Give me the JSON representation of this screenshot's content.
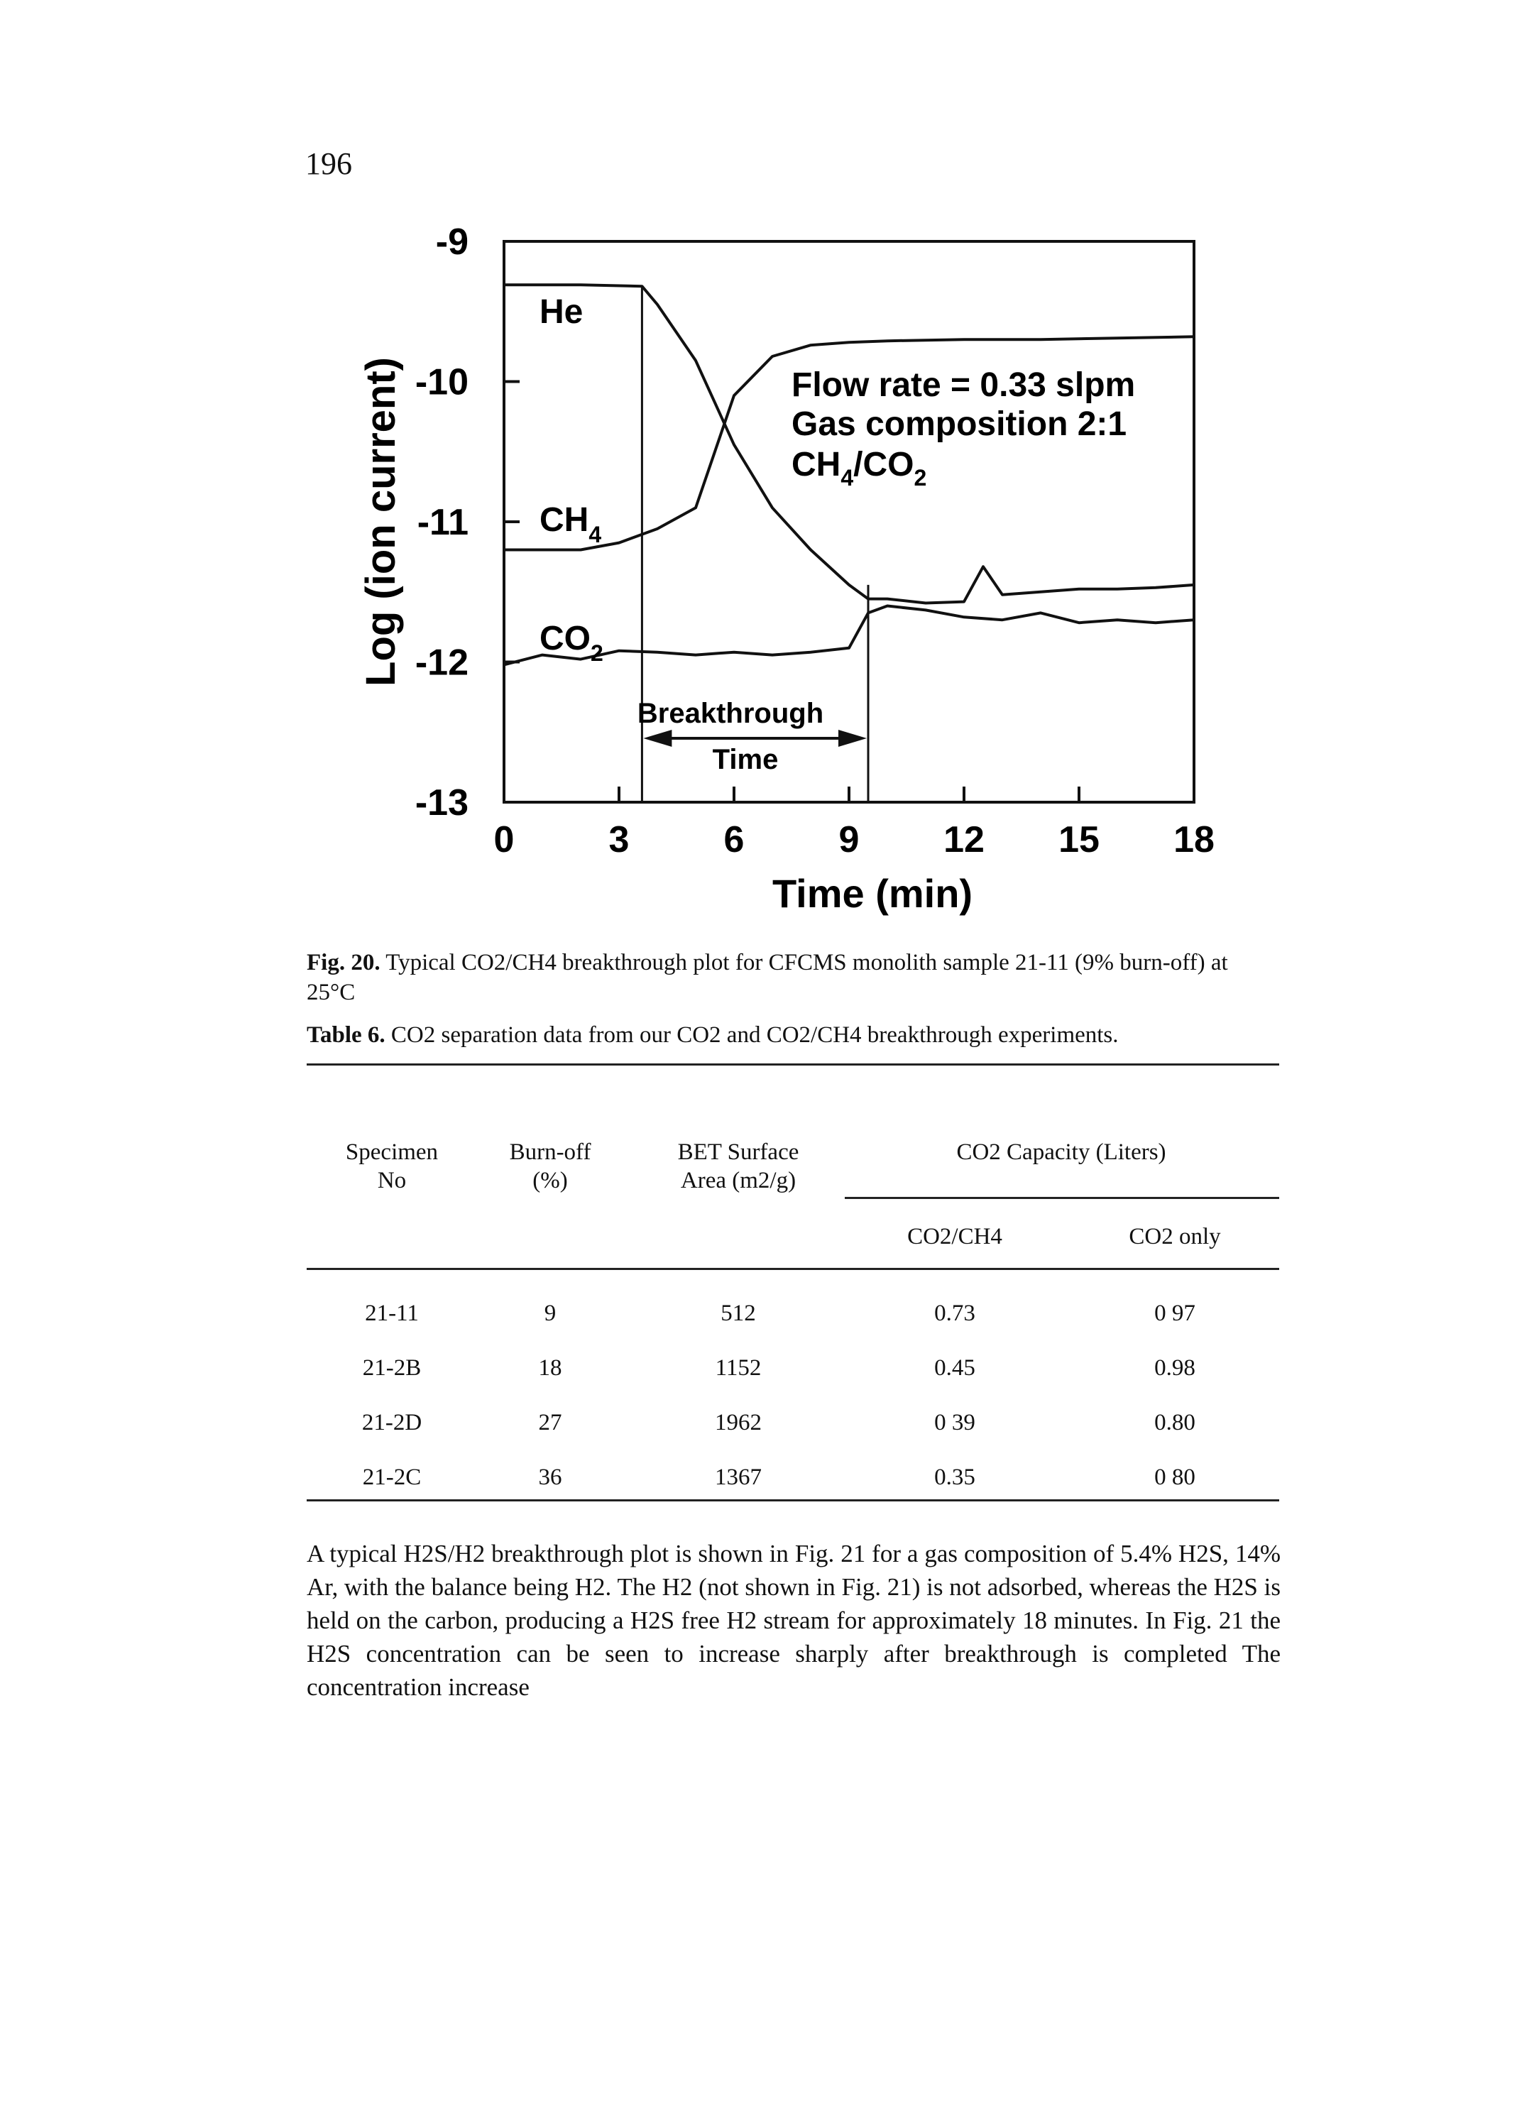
{
  "page": {
    "number": "196"
  },
  "chart_data": {
    "type": "line",
    "title": "",
    "xlabel": "Time (min)",
    "ylabel": "Log (ion current)",
    "xlim": [
      0,
      18
    ],
    "ylim": [
      -13,
      -9
    ],
    "x_ticks": [
      "0",
      "3",
      "6",
      "9",
      "12",
      "15",
      "18"
    ],
    "y_ticks": [
      "-9",
      "-10",
      "-11",
      "-12",
      "-13"
    ],
    "series": [
      {
        "name": "He",
        "x": [
          0,
          2,
          3.6,
          4,
          5,
          6,
          7,
          8,
          9,
          9.5,
          10,
          11,
          12,
          12.5,
          13,
          14,
          15,
          16,
          17,
          18
        ],
        "y": [
          -9.31,
          -9.31,
          -9.32,
          -9.45,
          -9.85,
          -10.45,
          -10.9,
          -11.2,
          -11.45,
          -11.55,
          -11.55,
          -11.58,
          -11.57,
          -11.32,
          -11.52,
          -11.5,
          -11.48,
          -11.48,
          -11.47,
          -11.45
        ]
      },
      {
        "name": "CH4",
        "x": [
          0,
          2,
          3,
          4,
          5,
          5.5,
          6,
          7,
          8,
          9,
          10,
          12,
          14,
          16,
          18
        ],
        "y": [
          -11.2,
          -11.2,
          -11.15,
          -11.05,
          -10.9,
          -10.5,
          -10.1,
          -9.82,
          -9.74,
          -9.72,
          -9.71,
          -9.7,
          -9.7,
          -9.69,
          -9.68
        ]
      },
      {
        "name": "CO2",
        "x": [
          0,
          1,
          2,
          3,
          4,
          5,
          6,
          7,
          8,
          9,
          9.5,
          10,
          11,
          12,
          13,
          14,
          15,
          16,
          17,
          18
        ],
        "y": [
          -12.02,
          -11.95,
          -11.98,
          -11.92,
          -11.93,
          -11.95,
          -11.93,
          -11.95,
          -11.93,
          -11.9,
          -11.65,
          -11.6,
          -11.63,
          -11.68,
          -11.7,
          -11.65,
          -11.72,
          -11.7,
          -11.72,
          -11.7
        ]
      }
    ],
    "annotations": {
      "flow_rate": "Flow rate = 0.33 slpm",
      "gas_composition": "Gas composition 2:1",
      "mixture": "CH4/CO2",
      "breakthrough_line1": "Breakthrough",
      "breakthrough_line2": "Time",
      "breakthrough_start_min": 3.6,
      "breakthrough_end_min": 9.5
    },
    "grid": false
  },
  "figure": {
    "label": "Fig. 20.",
    "caption": "Typical CO2/CH4 breakthrough plot for CFCMS monolith sample 21-11 (9% burn-off) at 25°C"
  },
  "table": {
    "label": "Table 6.",
    "title": "CO2 separation data from our CO2 and CO2/CH4 breakthrough experiments.",
    "headers": {
      "specimen": [
        "Specimen",
        "No"
      ],
      "burnoff": [
        "Burn-off",
        "(%)"
      ],
      "bet": [
        "BET Surface",
        "Area (m2/g)"
      ],
      "capacity": "CO2 Capacity (Liters)",
      "sub_mix": "CO2/CH4",
      "sub_only": "CO2 only"
    },
    "rows": [
      [
        "21-11",
        "9",
        "512",
        "0.73",
        "0 97"
      ],
      [
        "21-2B",
        "18",
        "1152",
        "0.45",
        "0.98"
      ],
      [
        "21-2D",
        "27",
        "1962",
        "0 39",
        "0.80"
      ],
      [
        "21-2C",
        "36",
        "1367",
        "0.35",
        "0 80"
      ]
    ]
  },
  "body_text": "A typical H2S/H2 breakthrough plot is shown in Fig. 21 for a gas composition of 5.4% H2S, 14% Ar, with the balance being H2. The H2 (not shown in Fig. 21) is not adsorbed, whereas the H2S is held on the carbon, producing a H2S free H2 stream for approximately 18 minutes. In Fig. 21 the H2S concentration can be seen to increase sharply after breakthrough is completed The concentration increase"
}
